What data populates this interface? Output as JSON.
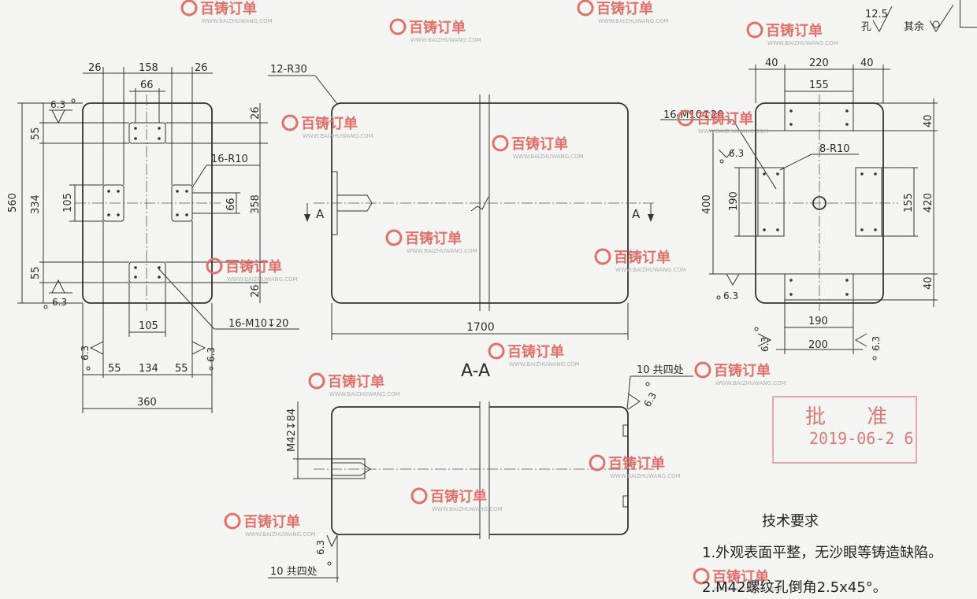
{
  "roughness": {
    "hole_value": "12.5",
    "hole_label": "孔",
    "others_label": "其余"
  },
  "left_view": {
    "dims": {
      "top_26a": "26",
      "top_158": "158",
      "top_26b": "26",
      "top_66": "66",
      "right_26a": "26",
      "r10": "16-R10",
      "d66": "66",
      "d358": "358",
      "right_26b": "26",
      "left_560": "560",
      "left_55a": "55",
      "left_334": "334",
      "left_105": "105",
      "left_55b": "55",
      "bot_105": "105",
      "thread": "16-M10",
      "thread_depth": "20",
      "bot_55a": "55",
      "bot_134": "134",
      "bot_55b": "55",
      "bot_360": "360"
    },
    "rough": "6.3"
  },
  "front_view": {
    "radius": "12-R30",
    "section_marker": "A",
    "length": "1700",
    "section_title": "A-A"
  },
  "right_view": {
    "dims": {
      "top_40a": "40",
      "top_220": "220",
      "top_40b": "40",
      "top_155": "155",
      "thread": "16-M10",
      "thread_depth": "20",
      "r10": "8-R10",
      "r40a": "40",
      "r420": "420",
      "r155": "155",
      "r40b": "40",
      "l400": "400",
      "l190": "190",
      "b190": "190",
      "b200": "200"
    },
    "rough": "6.3"
  },
  "section_view": {
    "hole": "M42",
    "hole_depth": "84",
    "chamfer_note": "10 共四处",
    "rough": "6.3"
  },
  "stamp": {
    "text": "批 准",
    "date": "2019-06-2 6"
  },
  "notes": {
    "title": "技术要求",
    "items": [
      "1.外观表面平整，无沙眼等铸造缺陷。",
      "2.M42螺纹孔倒角2.5x45°。"
    ]
  },
  "watermark": {
    "brand": "百铸订单",
    "url": "WWW.BAIZHUWANG.COM"
  },
  "icons": [
    "roughness-symbol-icon",
    "section-arrow-icon",
    "watermark-logo-icon"
  ]
}
